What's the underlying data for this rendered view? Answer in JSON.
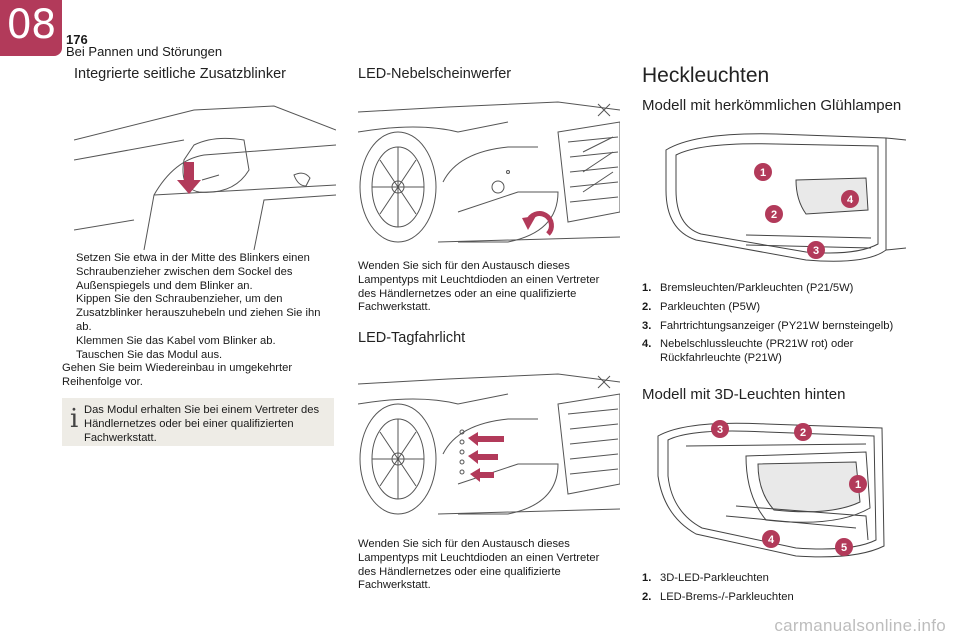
{
  "header": {
    "chapter": "08",
    "page_number": "176",
    "section": "Bei Pannen und Störungen"
  },
  "col1": {
    "title": "Integrierte seitliche Zusatzblinker",
    "steps": [
      "Setzen Sie etwa in der Mitte des Blinkers einen Schraubenzieher zwischen dem Sockel des Außenspiegels und dem Blinker an.",
      "Kippen Sie den Schraubenzieher, um den Zusatzblinker herauszuhebeln und ziehen Sie ihn ab.",
      "Klemmen Sie das Kabel vom Blinker ab.",
      "Tauschen Sie das Modul aus."
    ],
    "bullet_symbol": "",
    "note": "Gehen Sie beim Wiedereinbau in umgekehrter Reihenfolge vor.",
    "info_icon": "i",
    "info": "Das Modul erhalten Sie bei einem Vertreter des Händlernetzes oder bei einer qualifizierten Fachwerkstatt."
  },
  "col2": {
    "fog_title": "LED-Nebelscheinwerfer",
    "fog_text": "Wenden Sie sich für den Austausch dieses Lampentyps mit Leuchtdioden an einen Vertreter des Händlernetzes oder an eine qualifizierte Fachwerkstatt.",
    "drl_title": "LED-Tagfahrlicht",
    "drl_text": "Wenden Sie sich für den Austausch dieses Lampentyps mit Leuchtdioden an einen Vertreter des Händlernetzes oder eine qualifizierte Fachwerkstatt."
  },
  "col3": {
    "title": "Heckleuchten",
    "model1_title": "Modell mit herkömmlichen Glühlampen",
    "model1_callouts": [
      "1",
      "4",
      "2",
      "3"
    ],
    "model1_items": [
      {
        "n": "1.",
        "text": "Bremsleuchten/Parkleuchten (P21/5W)"
      },
      {
        "n": "2.",
        "text": "Parkleuchten (P5W)"
      },
      {
        "n": "3.",
        "text": "Fahrtrichtungsanzeiger (PY21W bernsteingelb)"
      },
      {
        "n": "4.",
        "text": "Nebelschlussleuchte (PR21W rot) oder Rückfahrleuchte (P21W)"
      }
    ],
    "model2_title": "Modell mit 3D-Leuchten hinten",
    "model2_callouts": [
      "3",
      "2",
      "1",
      "4",
      "5"
    ],
    "model2_items": [
      {
        "n": "1.",
        "text": "3D-LED-Parkleuchten"
      },
      {
        "n": "2.",
        "text": "LED-Brems-/-Parkleuchten"
      }
    ]
  },
  "footer": {
    "watermark": "carmanualsonline.info"
  },
  "colors": {
    "accent": "#b23a5a",
    "info_bg": "#eeece6",
    "watermark": "#bdbdbd"
  }
}
